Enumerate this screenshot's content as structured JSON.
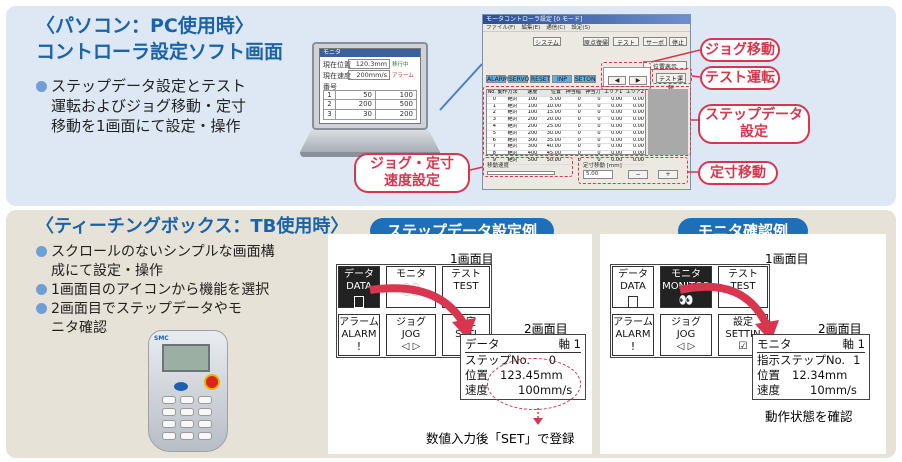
{
  "top": {
    "title_line1": "〈パソコン：PC使用時〉",
    "title_line2": "コントローラ設定ソフト画面",
    "bullet_text": [
      "ステップデータ設定とテスト",
      "運転およびジョグ移動・定寸",
      "移動を1画面にて設定・操作"
    ],
    "callouts": {
      "jog": "ジョグ移動",
      "test": "テスト運転",
      "step1": "ステップデータ",
      "step2": "設定",
      "jogspeed1": "ジョグ・定寸",
      "jogspeed2": "速度設定",
      "fixed": "定寸移動"
    },
    "laptop": {
      "title": "モニタ",
      "r1_label": "現在位置",
      "r1_value": "120.3mm",
      "r1_status": "移行中",
      "r2_label": "現在速度",
      "r2_value": "200mm/s",
      "r2_status": "アラーム",
      "table_header": "番号",
      "rows": [
        {
          "n": "1",
          "a": "50",
          "b": "100"
        },
        {
          "n": "2",
          "a": "200",
          "b": "500"
        },
        {
          "n": "3",
          "a": "30",
          "b": "200"
        }
      ]
    },
    "app": {
      "title": "モータコントローラ設定 [0 モード]",
      "menu": [
        "ファイル(F)",
        "編集(E)",
        "通信(C)",
        "設定(S)"
      ],
      "buttons": [
        "システム",
        "テスト",
        "原点復帰",
        "サーボ",
        "停止",
        "位置表示",
        "ALARM",
        "SERVO",
        "RESET",
        "INP",
        "SETON",
        "テスト運転"
      ],
      "columns": [
        "No.",
        "動作方法",
        "速度",
        "位置",
        "押当幅",
        "押当力",
        "エリア1",
        "エリア2"
      ],
      "rows": [
        [
          "0",
          "絶対",
          "100",
          "5.00",
          "0",
          "0",
          "0.00",
          "0.00"
        ],
        [
          "1",
          "絶対",
          "100",
          "10.00",
          "0",
          "0",
          "0.00",
          "0.00"
        ],
        [
          "2",
          "絶対",
          "100",
          "15.00",
          "0",
          "0",
          "0.00",
          "0.00"
        ],
        [
          "3",
          "絶対",
          "200",
          "20.00",
          "0",
          "0",
          "0.00",
          "0.00"
        ],
        [
          "4",
          "絶対",
          "200",
          "25.00",
          "0",
          "0",
          "0.00",
          "0.00"
        ],
        [
          "5",
          "絶対",
          "200",
          "30.00",
          "0",
          "0",
          "0.00",
          "0.00"
        ],
        [
          "6",
          "絶対",
          "300",
          "35.00",
          "0",
          "0",
          "0.00",
          "0.00"
        ],
        [
          "7",
          "絶対",
          "300",
          "40.00",
          "0",
          "0",
          "0.00",
          "0.00"
        ],
        [
          "8",
          "絶対",
          "400",
          "45.00",
          "0",
          "0",
          "0.00",
          "0.00"
        ],
        [
          "9",
          "絶対",
          "500",
          "50.00",
          "0",
          "0",
          "0.00",
          "0.00"
        ]
      ],
      "jog_speed_label": "移動速度",
      "fixed_label": "定寸移動 [mm]",
      "fixed_value": "5.00"
    }
  },
  "bottom": {
    "title": "〈ティーチングボックス：TB使用時〉",
    "bullets": [
      [
        "スクロールのないシンプルな画面構",
        "成にて設定・操作"
      ],
      [
        "1画面目のアイコンから機能を選択"
      ],
      [
        "2画面目でステップデータやモ",
        "ニタ確認"
      ]
    ],
    "tb_brand": "SMC",
    "tag_step": "ステップデータ設定例",
    "tag_monitor": "モニタ確認例",
    "screen1_label": "1画面目",
    "screen2_label": "2画面目",
    "tiles": {
      "data_jp": "データ",
      "data_en": "DATA",
      "monitor_jp": "モニタ",
      "monitor_en": "MONITOR",
      "test_jp": "テスト",
      "test_en": "TEST",
      "alarm_jp": "アラーム",
      "alarm_en": "ALARM",
      "jog_jp": "ジョグ",
      "jog_en": "JOG",
      "set_jp": "設定",
      "set_en": "SETTIN",
      "set_en_cut": "SETI"
    },
    "step_detail": {
      "header": "データ",
      "axis": "軸 1",
      "l1_label": "ステップNo.",
      "l1_value": "0",
      "l2_label": "位置",
      "l2_value": "123.45mm",
      "l3_label": "速度",
      "l3_value": "100mm/s"
    },
    "step_note": "数値入力後「SET」で登録",
    "mon_detail": {
      "header": "モニタ",
      "axis": "軸 1",
      "l1_label": "指示ステップNo.",
      "l1_value": "1",
      "l2_label": "位置",
      "l2_value": "12.34mm",
      "l3_label": "速度",
      "l3_value": "10mm/s"
    },
    "mon_note": "動作状態を確認"
  },
  "colors": {
    "accent_blue": "#1a63a8",
    "callout_red": "#d8354f",
    "arrow_red": "#d8354f"
  }
}
